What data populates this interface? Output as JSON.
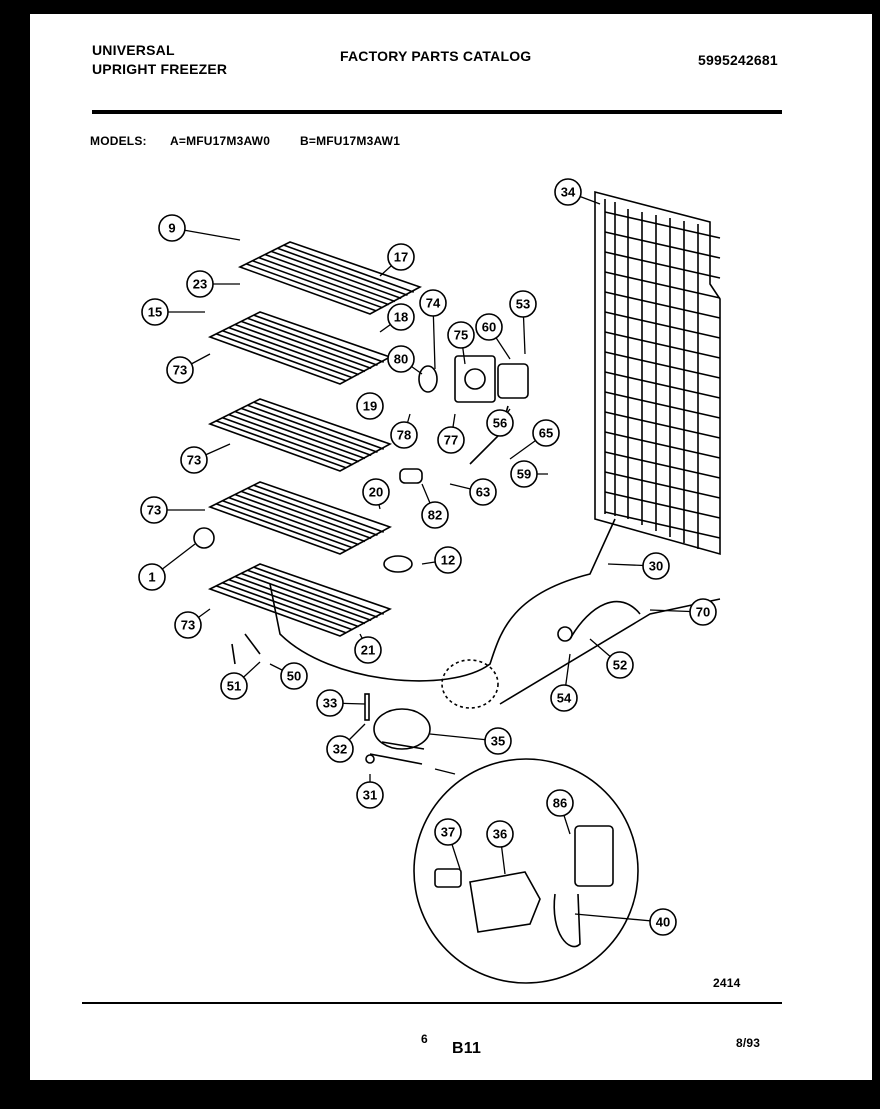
{
  "header": {
    "brand_line1": "UNIVERSAL",
    "brand_line2": "UPRIGHT FREEZER",
    "catalog_title": "FACTORY PARTS CATALOG",
    "catalog_number": "5995242681"
  },
  "models": {
    "label": "MODELS:",
    "model_a": "A=MFU17M3AW0",
    "model_b": "B=MFU17M3AW1"
  },
  "callouts": [
    "34",
    "9",
    "17",
    "23",
    "15",
    "18",
    "73",
    "74",
    "53",
    "75",
    "60",
    "80",
    "73",
    "19",
    "78",
    "77",
    "56",
    "65",
    "59",
    "63",
    "73",
    "20",
    "82",
    "1",
    "12",
    "30",
    "73",
    "70",
    "21",
    "52",
    "51",
    "50",
    "54",
    "33",
    "35",
    "32",
    "31",
    "86",
    "37",
    "36",
    "40"
  ],
  "figure_number": "2414",
  "footer": {
    "page_small": "6",
    "page_code": "B11",
    "date": "8/93"
  }
}
